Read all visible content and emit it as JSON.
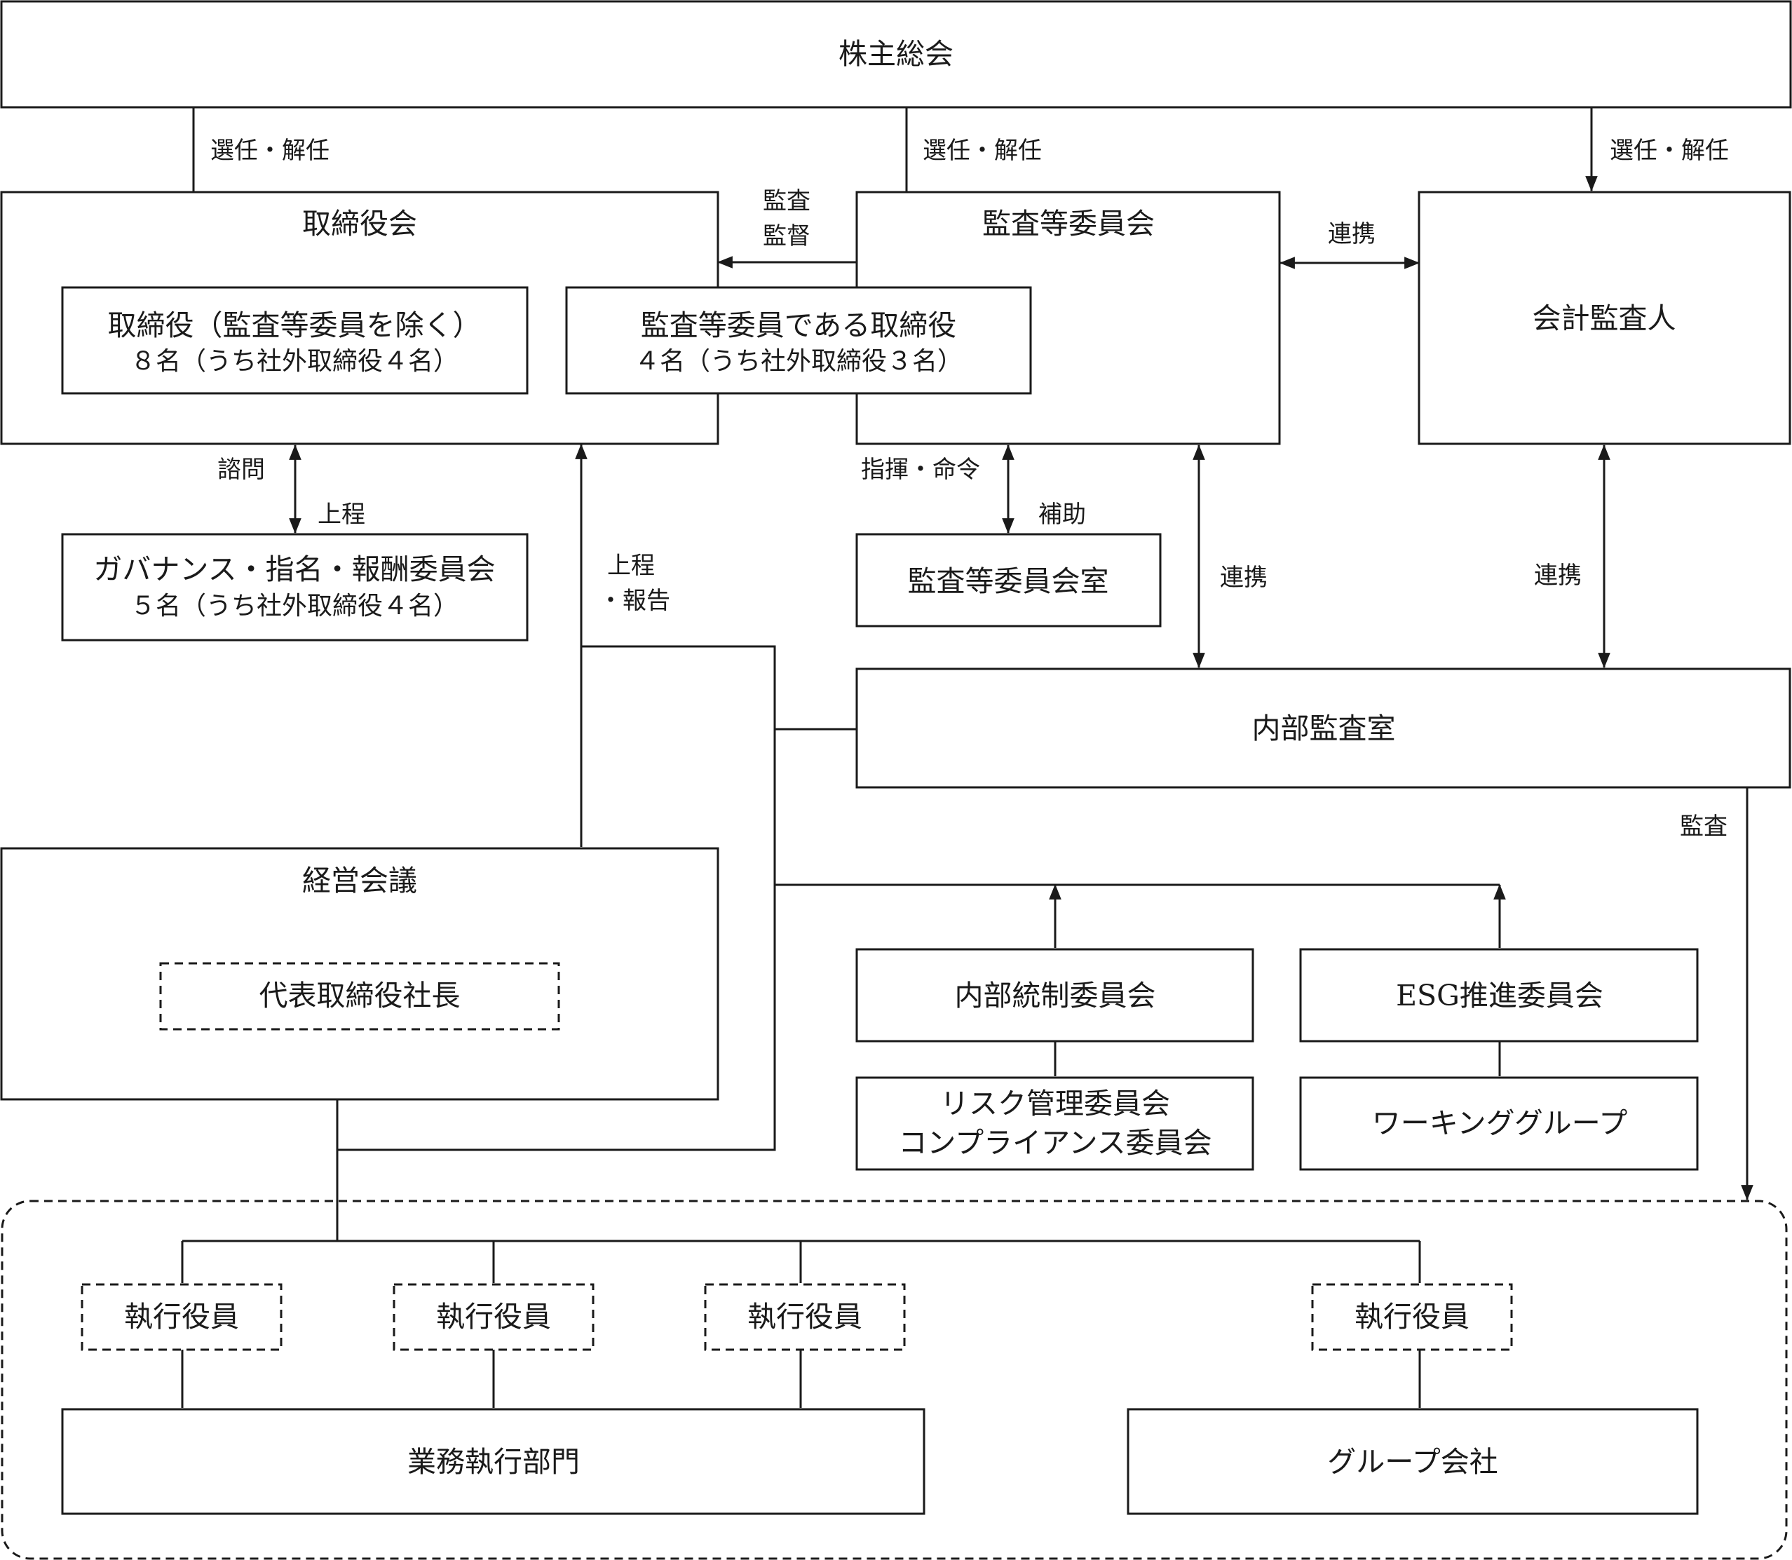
{
  "boxes": {
    "shareholders_meeting": "株主総会",
    "board": "取締役会",
    "directors_line1": "取締役（監査等委員を除く）",
    "directors_line2": "８名（うち社外取締役４名）",
    "ac_directors_line1": "監査等委員である取締役",
    "ac_directors_line2": "４名（うち社外取締役３名）",
    "audit_committee": "監査等委員会",
    "accounting_auditor": "会計監査人",
    "gov_committee_line1": "ガバナンス・指名・報酬委員会",
    "gov_committee_line2": "５名（うち社外取締役４名）",
    "ac_office": "監査等委員会室",
    "internal_audit": "内部監査室",
    "management_meeting": "経営会議",
    "president": "代表取締役社長",
    "internal_control": "内部統制委員会",
    "esg": "ESG推進委員会",
    "risk_line1": "リスク管理委員会",
    "risk_line2": "コンプライアンス委員会",
    "working_group": "ワーキンググループ",
    "officer_1": "執行役員",
    "officer_2": "執行役員",
    "officer_3": "執行役員",
    "officer_4": "執行役員",
    "business_div": "業務執行部門",
    "group_companies": "グループ会社"
  },
  "labels": {
    "elect_1": "選任・解任",
    "elect_2": "選任・解任",
    "elect_3": "選任・解任",
    "audit_supervise_1": "監査",
    "audit_supervise_2": "監督",
    "coop_1": "連携",
    "consult": "諮問",
    "submit": "上程",
    "direct": "指揮・命令",
    "assist": "補助",
    "submit_report_1": "上程",
    "submit_report_2": "・報告",
    "coop_2": "連携",
    "coop_3": "連携",
    "audit": "監査"
  }
}
